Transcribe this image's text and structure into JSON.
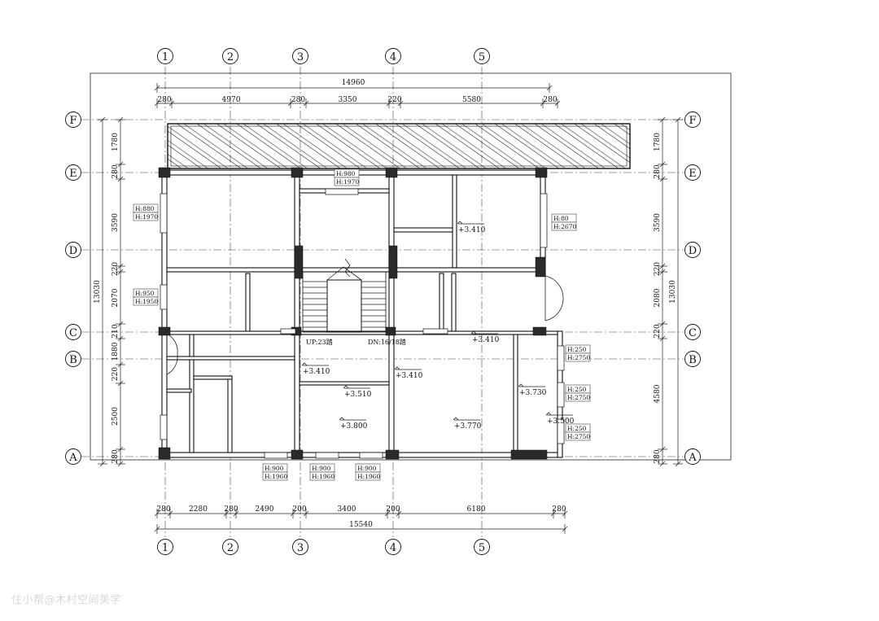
{
  "grid": {
    "numbers": [
      "1",
      "2",
      "3",
      "4",
      "5"
    ],
    "number_glyphs": [
      "①",
      "②",
      "③",
      "④",
      "⑤"
    ],
    "letters": [
      "F",
      "E",
      "D",
      "C",
      "B",
      "A"
    ]
  },
  "dimensions": {
    "top_total": "14960",
    "top_segments": [
      "280",
      "4970",
      "280",
      "3350",
      "220",
      "5580",
      "280"
    ],
    "bottom_total": "15540",
    "bottom_segments": [
      "280",
      "2280",
      "280",
      "2490",
      "200",
      "3400",
      "200",
      "6180",
      "280"
    ],
    "left_total": "13030",
    "left_segments": [
      "1780",
      "280",
      "3590",
      "220",
      "2070",
      "210",
      "1880",
      "220",
      "2500",
      "280"
    ],
    "right_total": "13030",
    "right_segments": [
      "1780",
      "280",
      "3590",
      "220",
      "2080",
      "220",
      "4580",
      "280"
    ]
  },
  "levels": [
    "3.410",
    "3.410",
    "3.410",
    "3.410",
    "3.510",
    "3.800",
    "3.770",
    "3.730",
    "3.500"
  ],
  "openings": [
    {
      "w": "H:980",
      "h": "H:1970"
    },
    {
      "w": "H:880",
      "h": "H:1970"
    },
    {
      "w": "H:80",
      "h": "H:2670"
    },
    {
      "w": "H:950",
      "h": "H:1950"
    },
    {
      "w": "H:250",
      "h": "H:2750"
    },
    {
      "w": "H:250",
      "h": "H:2750"
    },
    {
      "w": "H:250",
      "h": "H:2750"
    },
    {
      "w": "H:900",
      "h": "H:1960"
    },
    {
      "w": "H:900",
      "h": "H:1960"
    },
    {
      "w": "H:900",
      "h": "H:1960"
    }
  ],
  "stairs": {
    "up": "UP:23踏",
    "down": "DN:16/18踏"
  },
  "watermark": "住小帮@木村空间美学"
}
